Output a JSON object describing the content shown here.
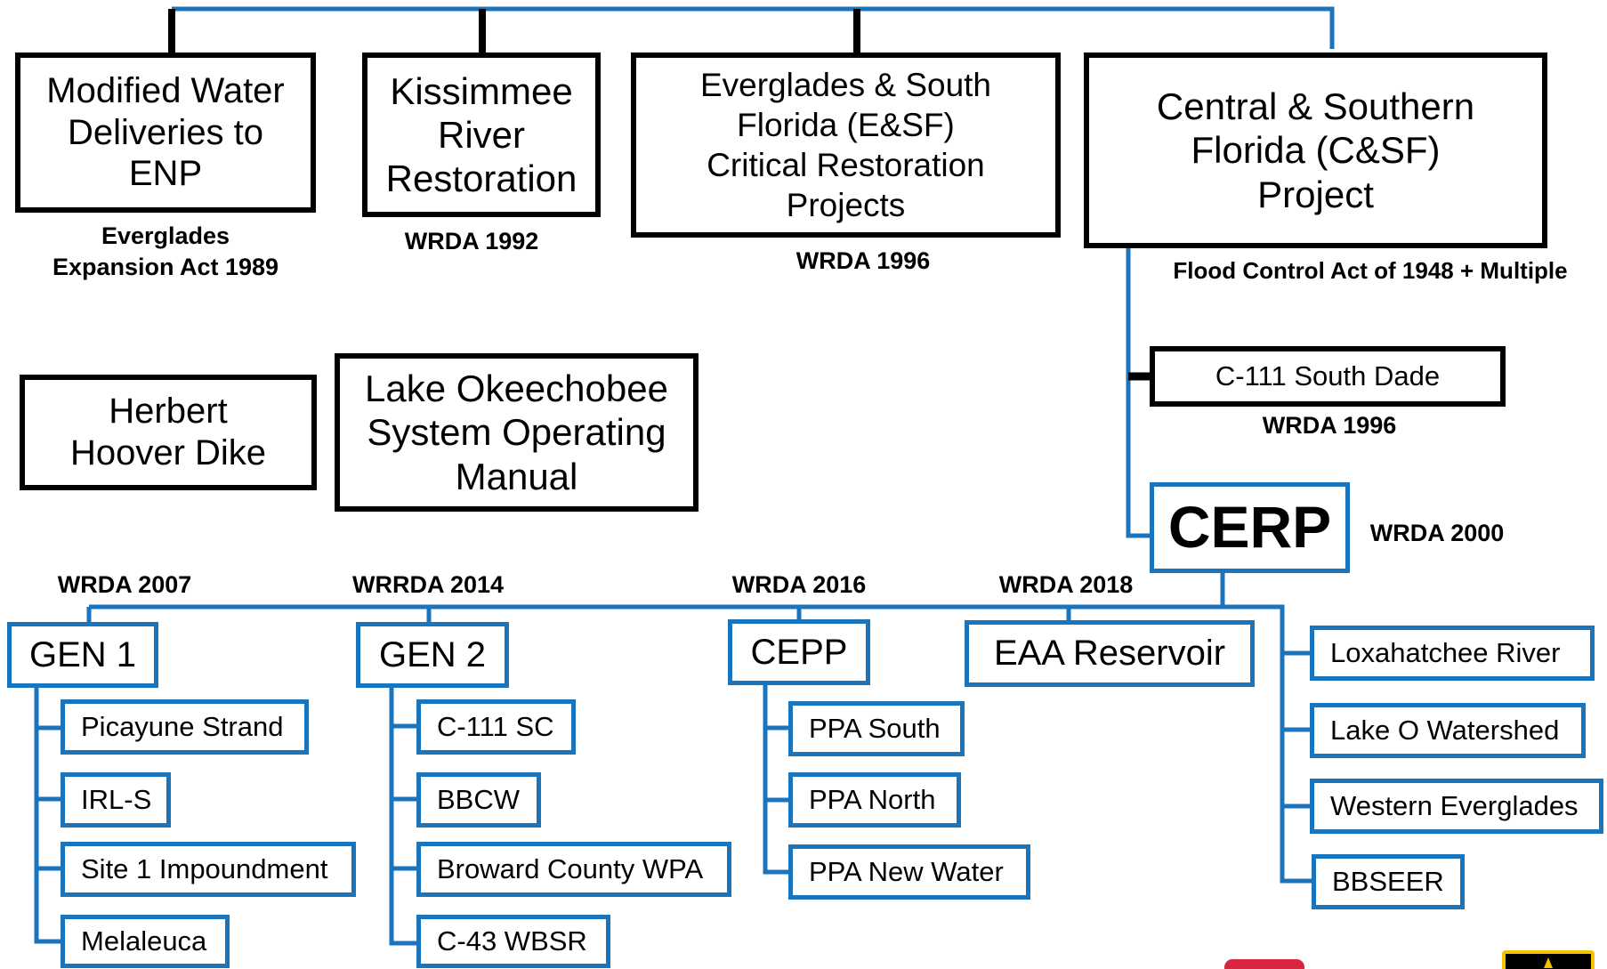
{
  "colors": {
    "primary_line": "#1b75bc",
    "black_line": "#000000",
    "logo_red": "#d7263d",
    "logo_gold": "#f2c400"
  },
  "top_projects": {
    "mwd": {
      "label": "Modified Water\nDeliveries to\nENP",
      "authority": "Everglades\nExpansion Act 1989"
    },
    "kissimmee": {
      "label": "Kissimmee\nRiver\nRestoration",
      "authority": "WRDA 1992"
    },
    "esf": {
      "label": "Everglades & South\nFlorida (E&SF)\nCritical Restoration\nProjects",
      "authority": "WRDA 1996"
    },
    "csf": {
      "label": "Central & Southern\nFlorida (C&SF)\nProject",
      "authority": "Flood Control Act of 1948 + Multiple"
    }
  },
  "standalone": {
    "hoover": {
      "label": "Herbert\nHoover Dike"
    },
    "okeechobee": {
      "label": "Lake Okeechobee\nSystem Operating\nManual"
    }
  },
  "c111": {
    "label": "C-111 South Dade",
    "authority": "WRDA 1996"
  },
  "cerp": {
    "label": "CERP",
    "authority": "WRDA 2000"
  },
  "groups": {
    "gen1": {
      "label": "GEN 1",
      "authority": "WRDA 2007",
      "items": [
        "Picayune Strand",
        "IRL-S",
        "Site 1 Impoundment",
        "Melaleuca"
      ]
    },
    "gen2": {
      "label": "GEN 2",
      "authority": "WRRDA 2014",
      "items": [
        "C-111 SC",
        "BBCW",
        "Broward County WPA",
        "C-43 WBSR"
      ]
    },
    "cepp": {
      "label": "CEPP",
      "authority": "WRDA 2016",
      "items": [
        "PPA South",
        "PPA North",
        "PPA New Water"
      ]
    },
    "eaa": {
      "label": "EAA Reservoir",
      "authority": "WRDA 2018"
    }
  },
  "other_projects": [
    "Loxahatchee River",
    "Lake O Watershed",
    "Western Everglades",
    "BBSEER"
  ]
}
